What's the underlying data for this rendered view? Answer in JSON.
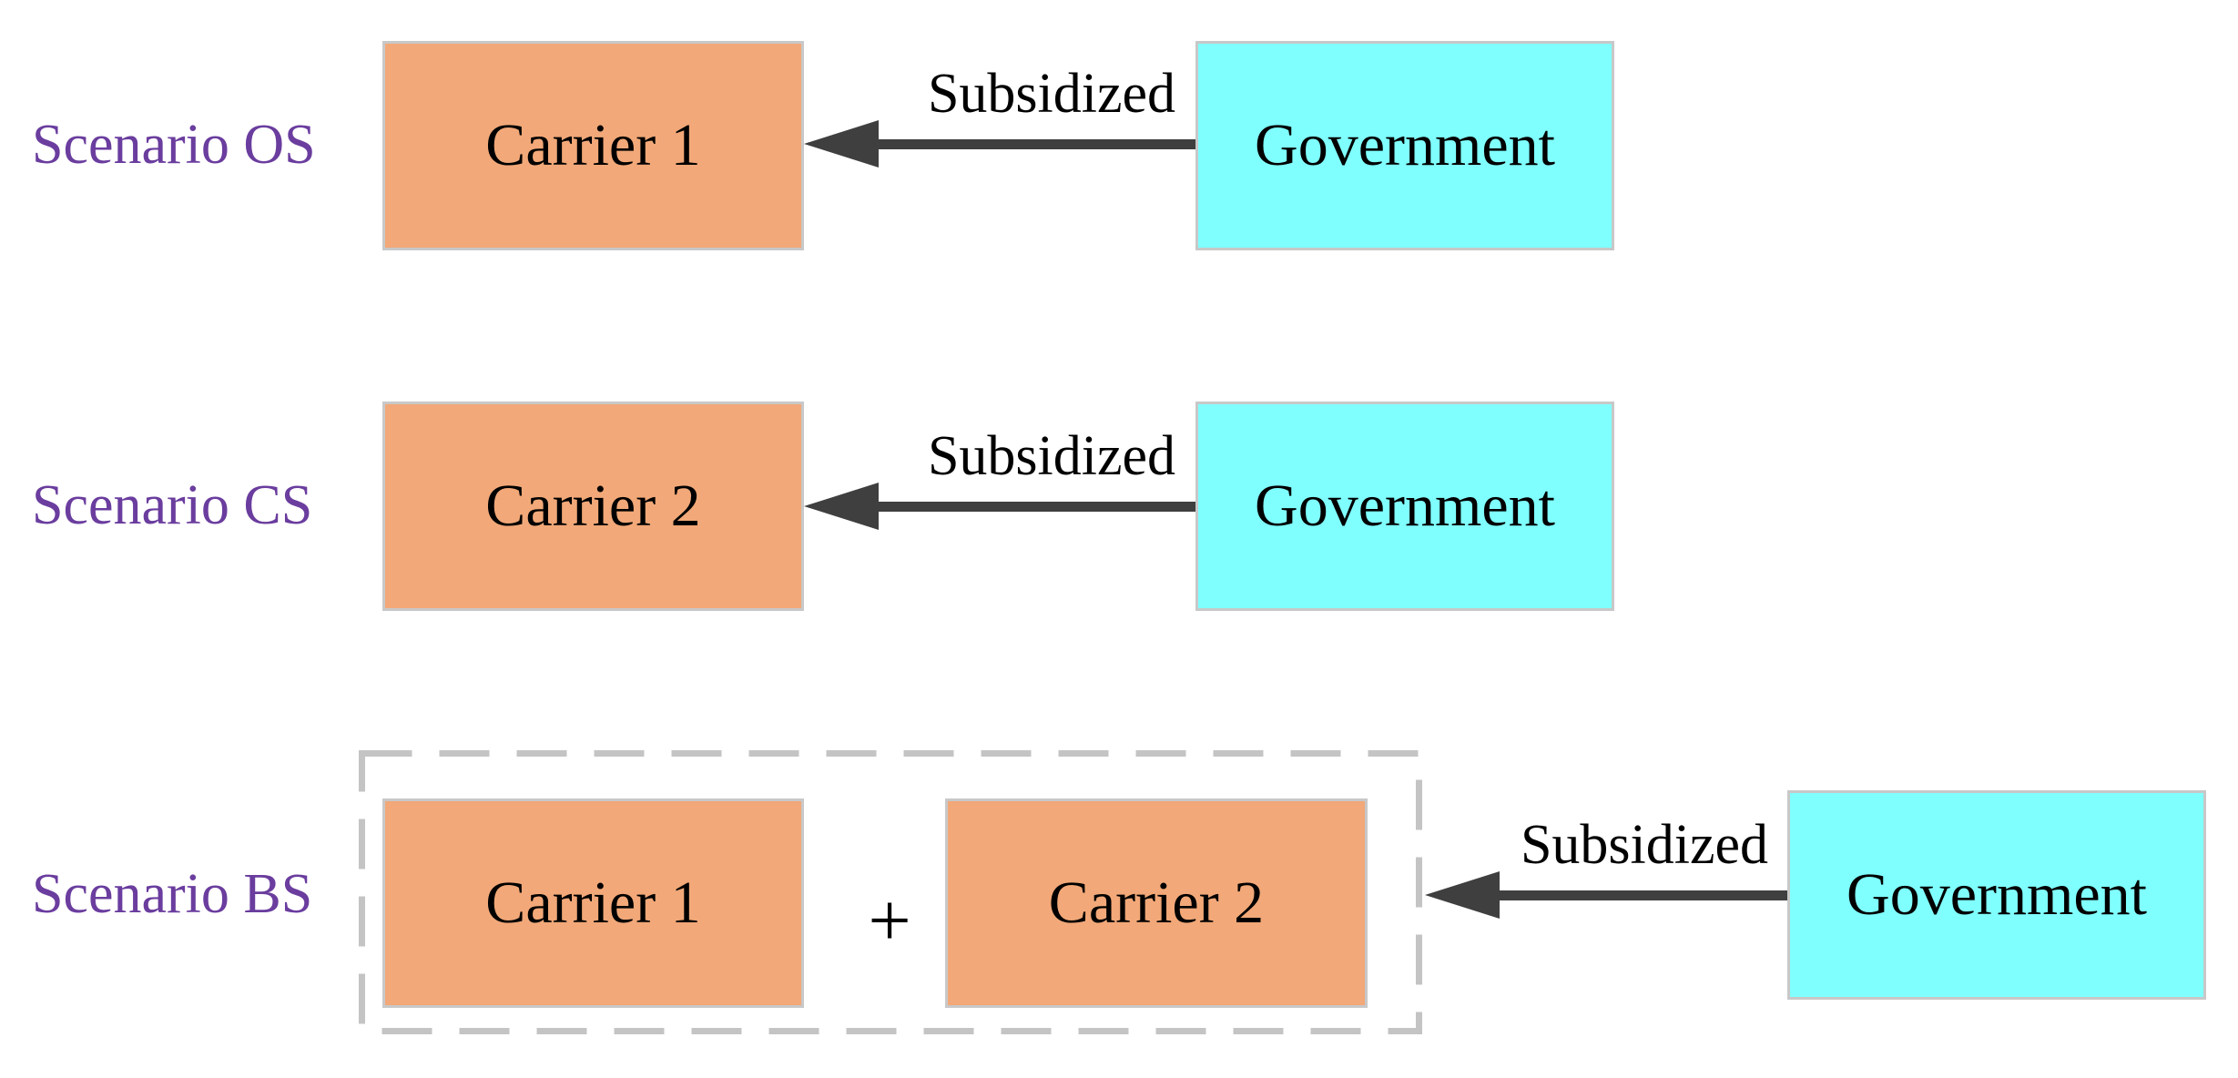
{
  "colors": {
    "carrier_fill": "#F2A878",
    "government_fill": "#80FFFF",
    "box_border": "#C8C8C8",
    "dashed_border": "#C4C4C4",
    "scenario_label": "#6A3D9E",
    "arrow": "#3F3F3F",
    "text": "#000000"
  },
  "diagram": {
    "rows": [
      {
        "scenario": "Scenario OS",
        "carrier": "Carrier 1",
        "arrow_label": "Subsidized",
        "source": "Government"
      },
      {
        "scenario": "Scenario CS",
        "carrier": "Carrier 2",
        "arrow_label": "Subsidized",
        "source": "Government"
      },
      {
        "scenario": "Scenario BS",
        "carrier_a": "Carrier 1",
        "plus": "+",
        "carrier_b": "Carrier 2",
        "arrow_label": "Subsidized",
        "source": "Government"
      }
    ]
  }
}
